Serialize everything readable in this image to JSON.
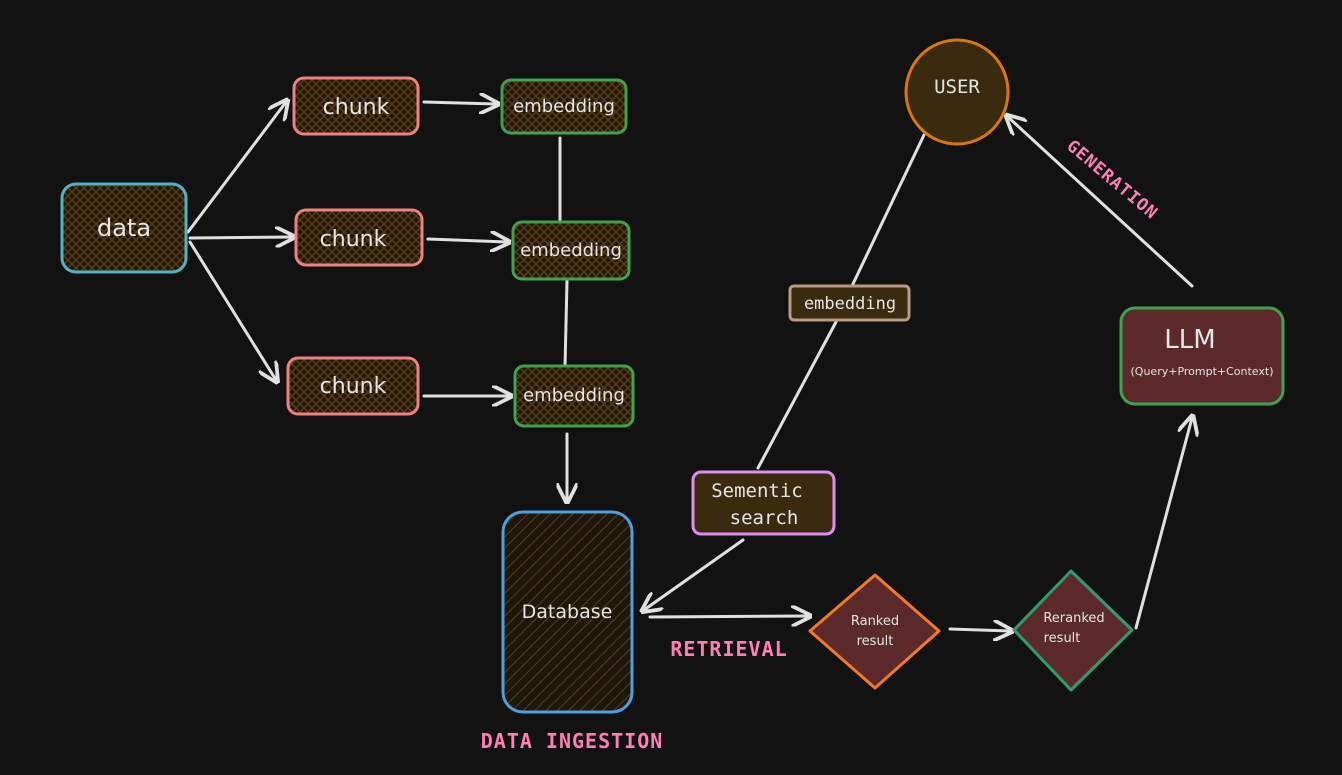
{
  "nodes": {
    "data": "data",
    "chunk_1": "chunk",
    "chunk_2": "chunk",
    "chunk_3": "chunk",
    "embedding_1": "embedding",
    "embedding_2": "embedding",
    "embedding_3": "embedding",
    "database": "Database",
    "semantic_search_line1": "Sementic",
    "semantic_search_line2": "search",
    "embedding_query": "embedding",
    "user": "USER",
    "llm_title": "LLM",
    "llm_subtitle": "(Query+Prompt+Context)",
    "ranked_line1": "Ranked",
    "ranked_line2": "result",
    "reranked_line1": "Reranked",
    "reranked_line2": "result"
  },
  "stage_labels": {
    "data_ingestion": "DATA INGESTION",
    "retrieval": "RETRIEVAL",
    "generation": "GENERATION"
  },
  "colors": {
    "background": "#121212",
    "edge": "#e0e0e0",
    "data_border": "#4fb3c8",
    "chunk_border": "#f08080",
    "embedding_border": "#3fa34d",
    "database_border": "#4d9fe0",
    "semantic_border": "#e08cf0",
    "embedding_query_border": "#b89a86",
    "user_border": "#d9770f",
    "llm_border": "#3fa34d",
    "ranked_border": "#f07a2a",
    "reranked_border": "#2e9e6e",
    "label_pink": "#ff7eb3"
  }
}
